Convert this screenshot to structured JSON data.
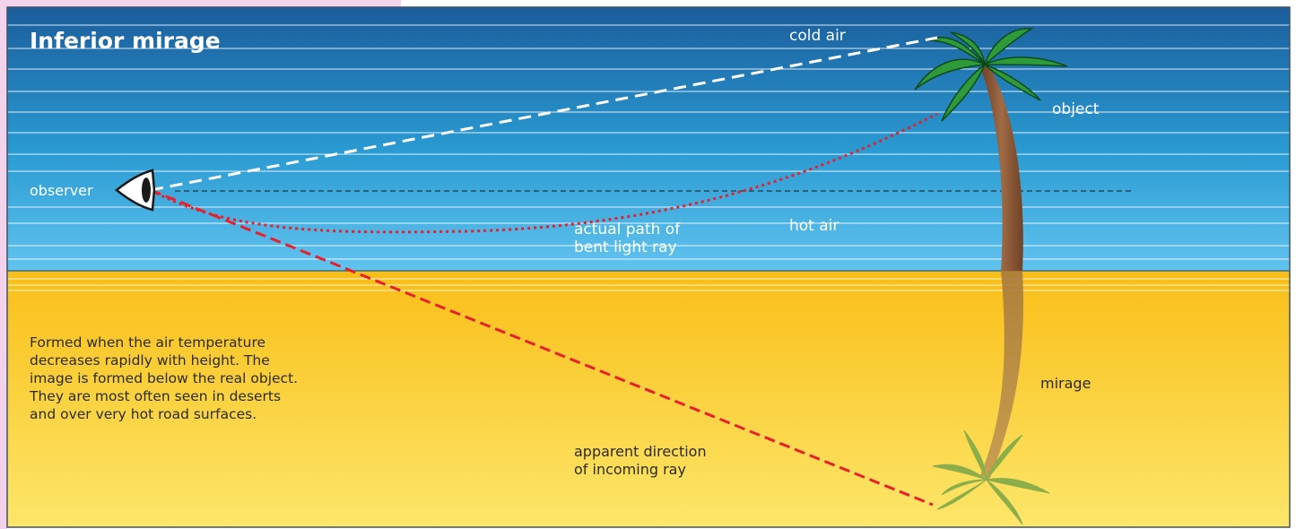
{
  "title": "Inferior mirage",
  "labels": {
    "cold_air": "cold air",
    "hot_air": "hot air",
    "object": "object",
    "observer": "observer",
    "actual_path": "actual path of\nbent light ray",
    "mirage": "mirage",
    "apparent_direction": "apparent direction\nof incoming ray"
  },
  "description": "Formed when the air temperature decreases rapidly with height. The image is formed below the real object. They are most often seen in deserts and over very hot road surfaces.",
  "colors": {
    "sky_top": "#1b5d9c",
    "sky_bottom": "#62c3ef",
    "sand_top": "#f9be17",
    "sand_bottom": "#fde66a",
    "page_left_tint": "#f3d3ec",
    "frame": "#3d5464",
    "white_dashed_ray": "#ffffff",
    "red_ray": "#e8202b",
    "trunk": "#8a5a3a",
    "palm_leaves": "#2e9a3a",
    "mirage_leaves": "#8cae4a"
  },
  "icons": [
    "eye-icon",
    "palm-tree-icon",
    "mirage-palm-icon"
  ]
}
